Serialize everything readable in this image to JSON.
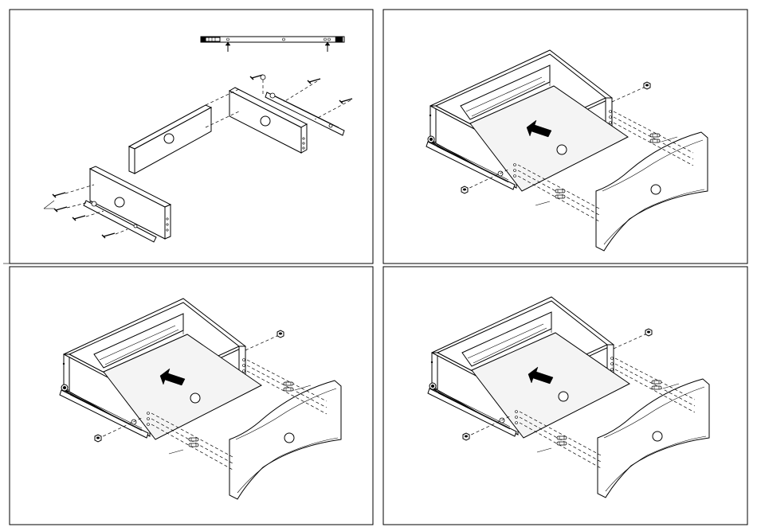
{
  "figure": {
    "panel_count": 4,
    "panels": [
      {
        "id": "step-1",
        "content": "drawer-sides-and-slides-exploded"
      },
      {
        "id": "step-2",
        "content": "drawer-box-with-bottom-and-front"
      },
      {
        "id": "step-3",
        "content": "drawer-box-with-bottom-and-front"
      },
      {
        "id": "step-4",
        "content": "drawer-box-with-bottom-and-front"
      }
    ],
    "colors": {
      "ink": "#000000",
      "paper": "#ffffff",
      "panel_fill": "#f4f4f4"
    }
  }
}
